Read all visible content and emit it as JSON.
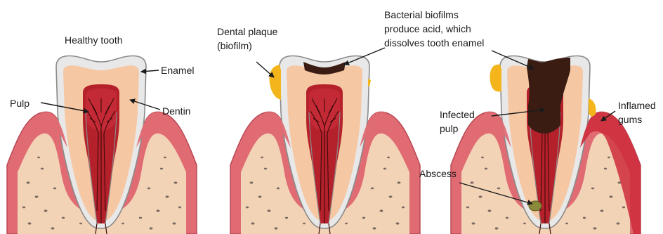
{
  "labels": {
    "healthy_tooth": "Healthy tooth",
    "enamel": "Enamel",
    "pulp": "Pulp",
    "dentin": "Dentin",
    "dental_plaque_line1": "Dental plaque",
    "dental_plaque_line2": "(biofilm)",
    "biofilm_acid_line1": "Bacterial biofilms",
    "biofilm_acid_line2": "produce acid, which",
    "biofilm_acid_line3": "dissolves tooth enamel",
    "infected_pulp_line1": "Infected",
    "infected_pulp_line2": "pulp",
    "inflamed_gums_line1": "Inflamed",
    "inflamed_gums_line2": "gums",
    "abscess": "Abscess"
  },
  "colors": {
    "enamel": "#e8e8e8",
    "enamel_outline": "#8a8a8a",
    "dentin": "#f6c7a3",
    "pulp": "#b4212b",
    "pulp_veins": "#3d0a0a",
    "gum": "#e06b73",
    "gum_inflamed": "#cc2a3a",
    "bone": "#f3d3b6",
    "bone_dots": "#7a6a62",
    "root_canal": "#c93a4a",
    "plaque": "#f3b51b",
    "decay": "#3a1c12",
    "abscess": "#8a8a3a",
    "text": "#1a1a1a"
  },
  "icons": {
    "arrow": "arrow-icon"
  }
}
